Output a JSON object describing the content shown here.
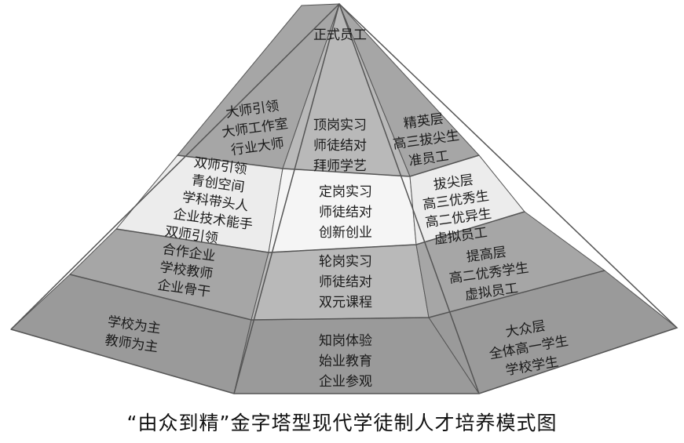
{
  "pyramid": {
    "apex": {
      "label": "正式员工"
    },
    "left_face": [
      [
        "大师引领",
        "大师工作室",
        "行业大师"
      ],
      [
        "双师引领",
        "青创空间",
        "学科带头人",
        "企业技术能手"
      ],
      [
        "双师引领",
        "合作企业",
        "学校教师",
        "企业骨干"
      ],
      [
        "学校为主",
        "教师为主"
      ]
    ],
    "center_face": [
      [
        "顶岗实习",
        "师徒结对",
        "拜师学艺"
      ],
      [
        "定岗实习",
        "师徒结对",
        "创新创业"
      ],
      [
        "轮岗实习",
        "师徒结对",
        "双元课程"
      ],
      [
        "知岗体验",
        "始业教育",
        "企业参观"
      ]
    ],
    "right_face": [
      [
        "精英层",
        "高三拔尖生",
        "准员工"
      ],
      [
        "拔尖层",
        "高三优秀生",
        "高二优异生",
        "虚拟员工"
      ],
      [
        "提高层",
        "高二优秀学生",
        "虚拟员工"
      ],
      [
        "大众层",
        "全体高一学生",
        "学校学生"
      ]
    ],
    "colors": {
      "face_gray": "#a6a6a6",
      "center_gray": "#b9b9b9",
      "band_light": "#ececec",
      "band_light_center": "#f5f5f5",
      "bottom_gray": "#9a9a9a",
      "outline": "#555555"
    }
  },
  "caption": "“由众到精”金字塔型现代学徒制人才培养模式图"
}
